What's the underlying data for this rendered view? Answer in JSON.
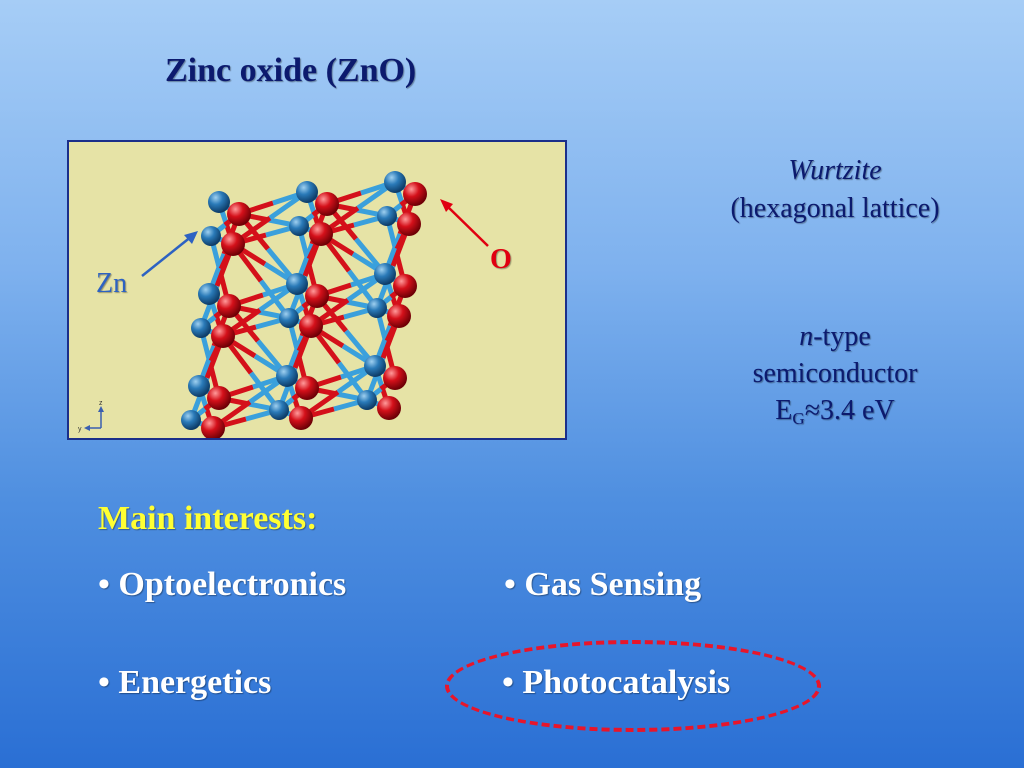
{
  "slide": {
    "title": "Zinc oxide (ZnO)",
    "structure": {
      "label_zn": "Zn",
      "label_o": "O",
      "axis_z": "z",
      "axis_y": "y"
    },
    "wurtzite": {
      "name": "Wurtzite",
      "lattice": "(hexagonal lattice)"
    },
    "semiconductor": {
      "n": "n",
      "type_suffix": "-type",
      "line2": "semiconductor",
      "eg_main": "E",
      "eg_sub": "G",
      "eg_value": "≈3.4 eV"
    },
    "interests": {
      "heading": "Main interests:",
      "items": [
        "• Optoelectronics",
        "• Gas Sensing",
        "• Energetics",
        "• Photocatalysis"
      ]
    },
    "colors": {
      "zinc_atom": "#2a7ab8",
      "oxygen_atom": "#d4101a",
      "title": "#0c1a6e",
      "heading": "#ffff33",
      "highlight": "#e8152a"
    }
  }
}
